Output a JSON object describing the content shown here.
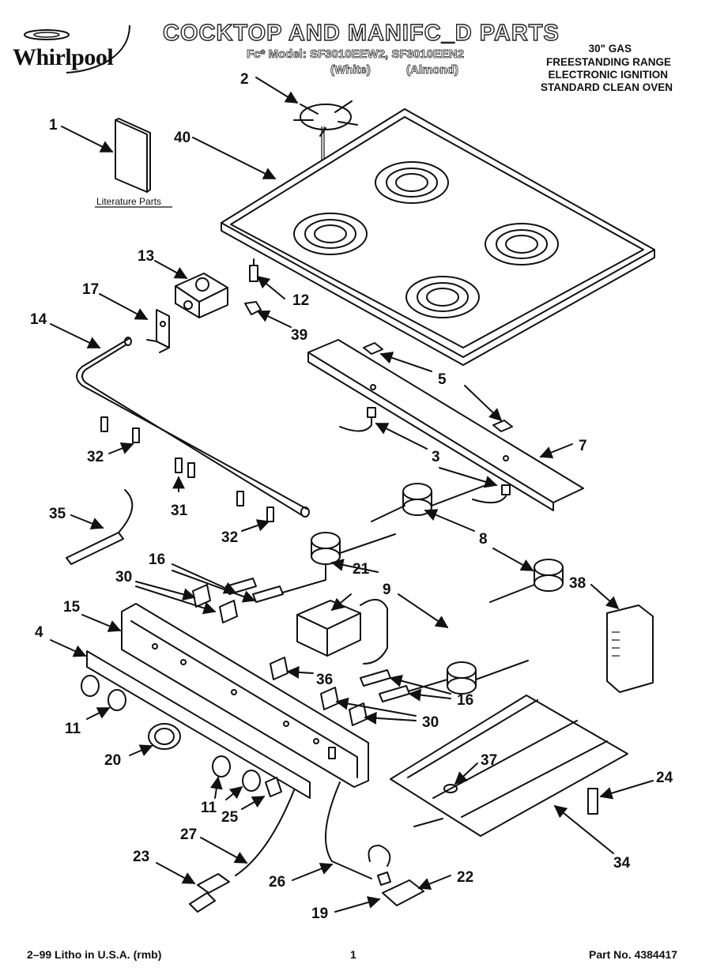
{
  "brand": {
    "logo_text": "Whirlpool"
  },
  "header": {
    "title": "COCKTOP AND MANIFC_D PARTS",
    "model_line": "Fc* Model: SF3010EEW2, SF3010EEN2",
    "color_white": "(White)",
    "color_almond": "(Almond)"
  },
  "product_description": [
    "30\" GAS",
    "FREESTANDING RANGE",
    "ELECTRONIC IGNITION",
    "STANDARD CLEAN OVEN"
  ],
  "literature_label": "Literature Parts",
  "part_callouts": {
    "p1": "1",
    "p2": "2",
    "p40": "40",
    "p13": "13",
    "p12": "12",
    "p17": "17",
    "p39": "39",
    "p14": "14",
    "p5": "5",
    "p32a": "32",
    "p3": "3",
    "p7": "7",
    "p31": "31",
    "p35": "35",
    "p32b": "32",
    "p8": "8",
    "p16a": "16",
    "p30a": "30",
    "p21": "21",
    "p9": "9",
    "p15": "15",
    "p38": "38",
    "p4": "4",
    "p36": "36",
    "p16b": "16",
    "p11a": "11",
    "p30b": "30",
    "p20": "20",
    "p37": "37",
    "p24": "24",
    "p11b": "11",
    "p25": "25",
    "p27": "27",
    "p34": "34",
    "p23": "23",
    "p26": "26",
    "p22": "22",
    "p19": "19"
  },
  "footer": {
    "litho": "2–99 Litho in U.S.A. (rmb)",
    "page": "1",
    "part_no": "Part No. 4384417"
  }
}
